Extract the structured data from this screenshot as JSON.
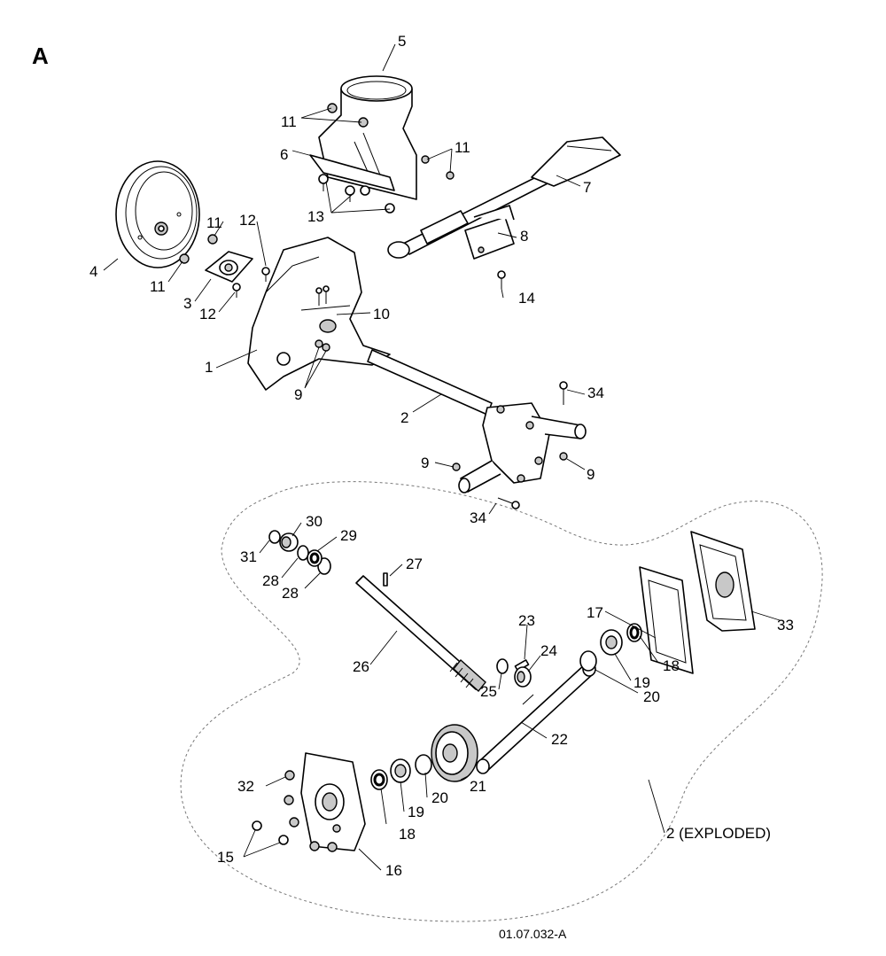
{
  "figure_letter": "A",
  "drawing_code": "01.07.032-A",
  "exploded_label": "2 (EXPLODED)",
  "callouts": {
    "c1": "1",
    "c2": "2",
    "c3": "3",
    "c4": "4",
    "c5": "5",
    "c6": "6",
    "c7": "7",
    "c8": "8",
    "c9a": "9",
    "c9b": "9",
    "c9c": "9",
    "c10": "10",
    "c11a": "11",
    "c11b": "11",
    "c11c": "11",
    "c11d": "11",
    "c12a": "12",
    "c12b": "12",
    "c13": "13",
    "c14": "14",
    "c15": "15",
    "c16": "16",
    "c17": "17",
    "c18a": "18",
    "c18b": "18",
    "c19a": "19",
    "c19b": "19",
    "c20a": "20",
    "c20b": "20",
    "c21": "21",
    "c22": "22",
    "c23": "23",
    "c24": "24",
    "c25": "25",
    "c26": "26",
    "c27": "27",
    "c28a": "28",
    "c28b": "28",
    "c29": "29",
    "c30": "30",
    "c31": "31",
    "c32": "32",
    "c33": "33",
    "c34a": "34",
    "c34b": "34"
  }
}
